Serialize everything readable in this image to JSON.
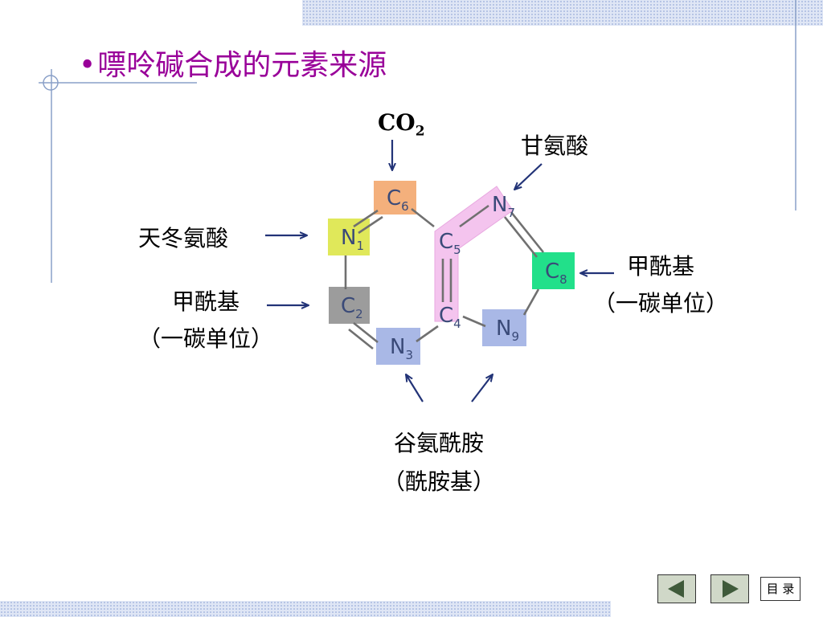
{
  "title": {
    "bullet": "•",
    "text": "嘌呤碱合成的元素来源"
  },
  "labels": {
    "co2_main": "CO",
    "co2_sub": "2",
    "glycine": "甘氨酸",
    "aspartate": "天冬氨酸",
    "formyl_left_line1": "甲酰基",
    "formyl_left_line2": "（一碳单位）",
    "formyl_right_line1": "甲酰基",
    "formyl_right_line2": "（一碳单位）",
    "glutamine_line1": "谷氨酰胺",
    "glutamine_line2": "（酰胺基）"
  },
  "ring_atoms": {
    "C6": {
      "element": "C",
      "index": "6",
      "color": "#f4b07c"
    },
    "N1": {
      "element": "N",
      "index": "1",
      "color": "#e0e85a"
    },
    "C2": {
      "element": "C",
      "index": "2",
      "color": "#9c9c9c"
    },
    "N3": {
      "element": "N",
      "index": "3",
      "color": "#a9b8e6"
    },
    "C4": {
      "element": "C",
      "index": "4",
      "color": "#ffffff"
    },
    "C5": {
      "element": "C",
      "index": "5",
      "color": "#ffffff"
    },
    "N7": {
      "element": "N",
      "index": "7",
      "color": "#ffffff"
    },
    "C8": {
      "element": "C",
      "index": "8",
      "color": "#22e08a"
    },
    "N9": {
      "element": "N",
      "index": "9",
      "color": "#a9b8e6"
    }
  },
  "colors": {
    "title": "#990099",
    "arrow": "#223377",
    "bond": "#707070",
    "glycine_highlight": "#f4c4ee"
  },
  "navigation": {
    "prev_icon": "triangle-left-icon",
    "next_icon": "triangle-right-icon",
    "menu_label": "目 录"
  }
}
